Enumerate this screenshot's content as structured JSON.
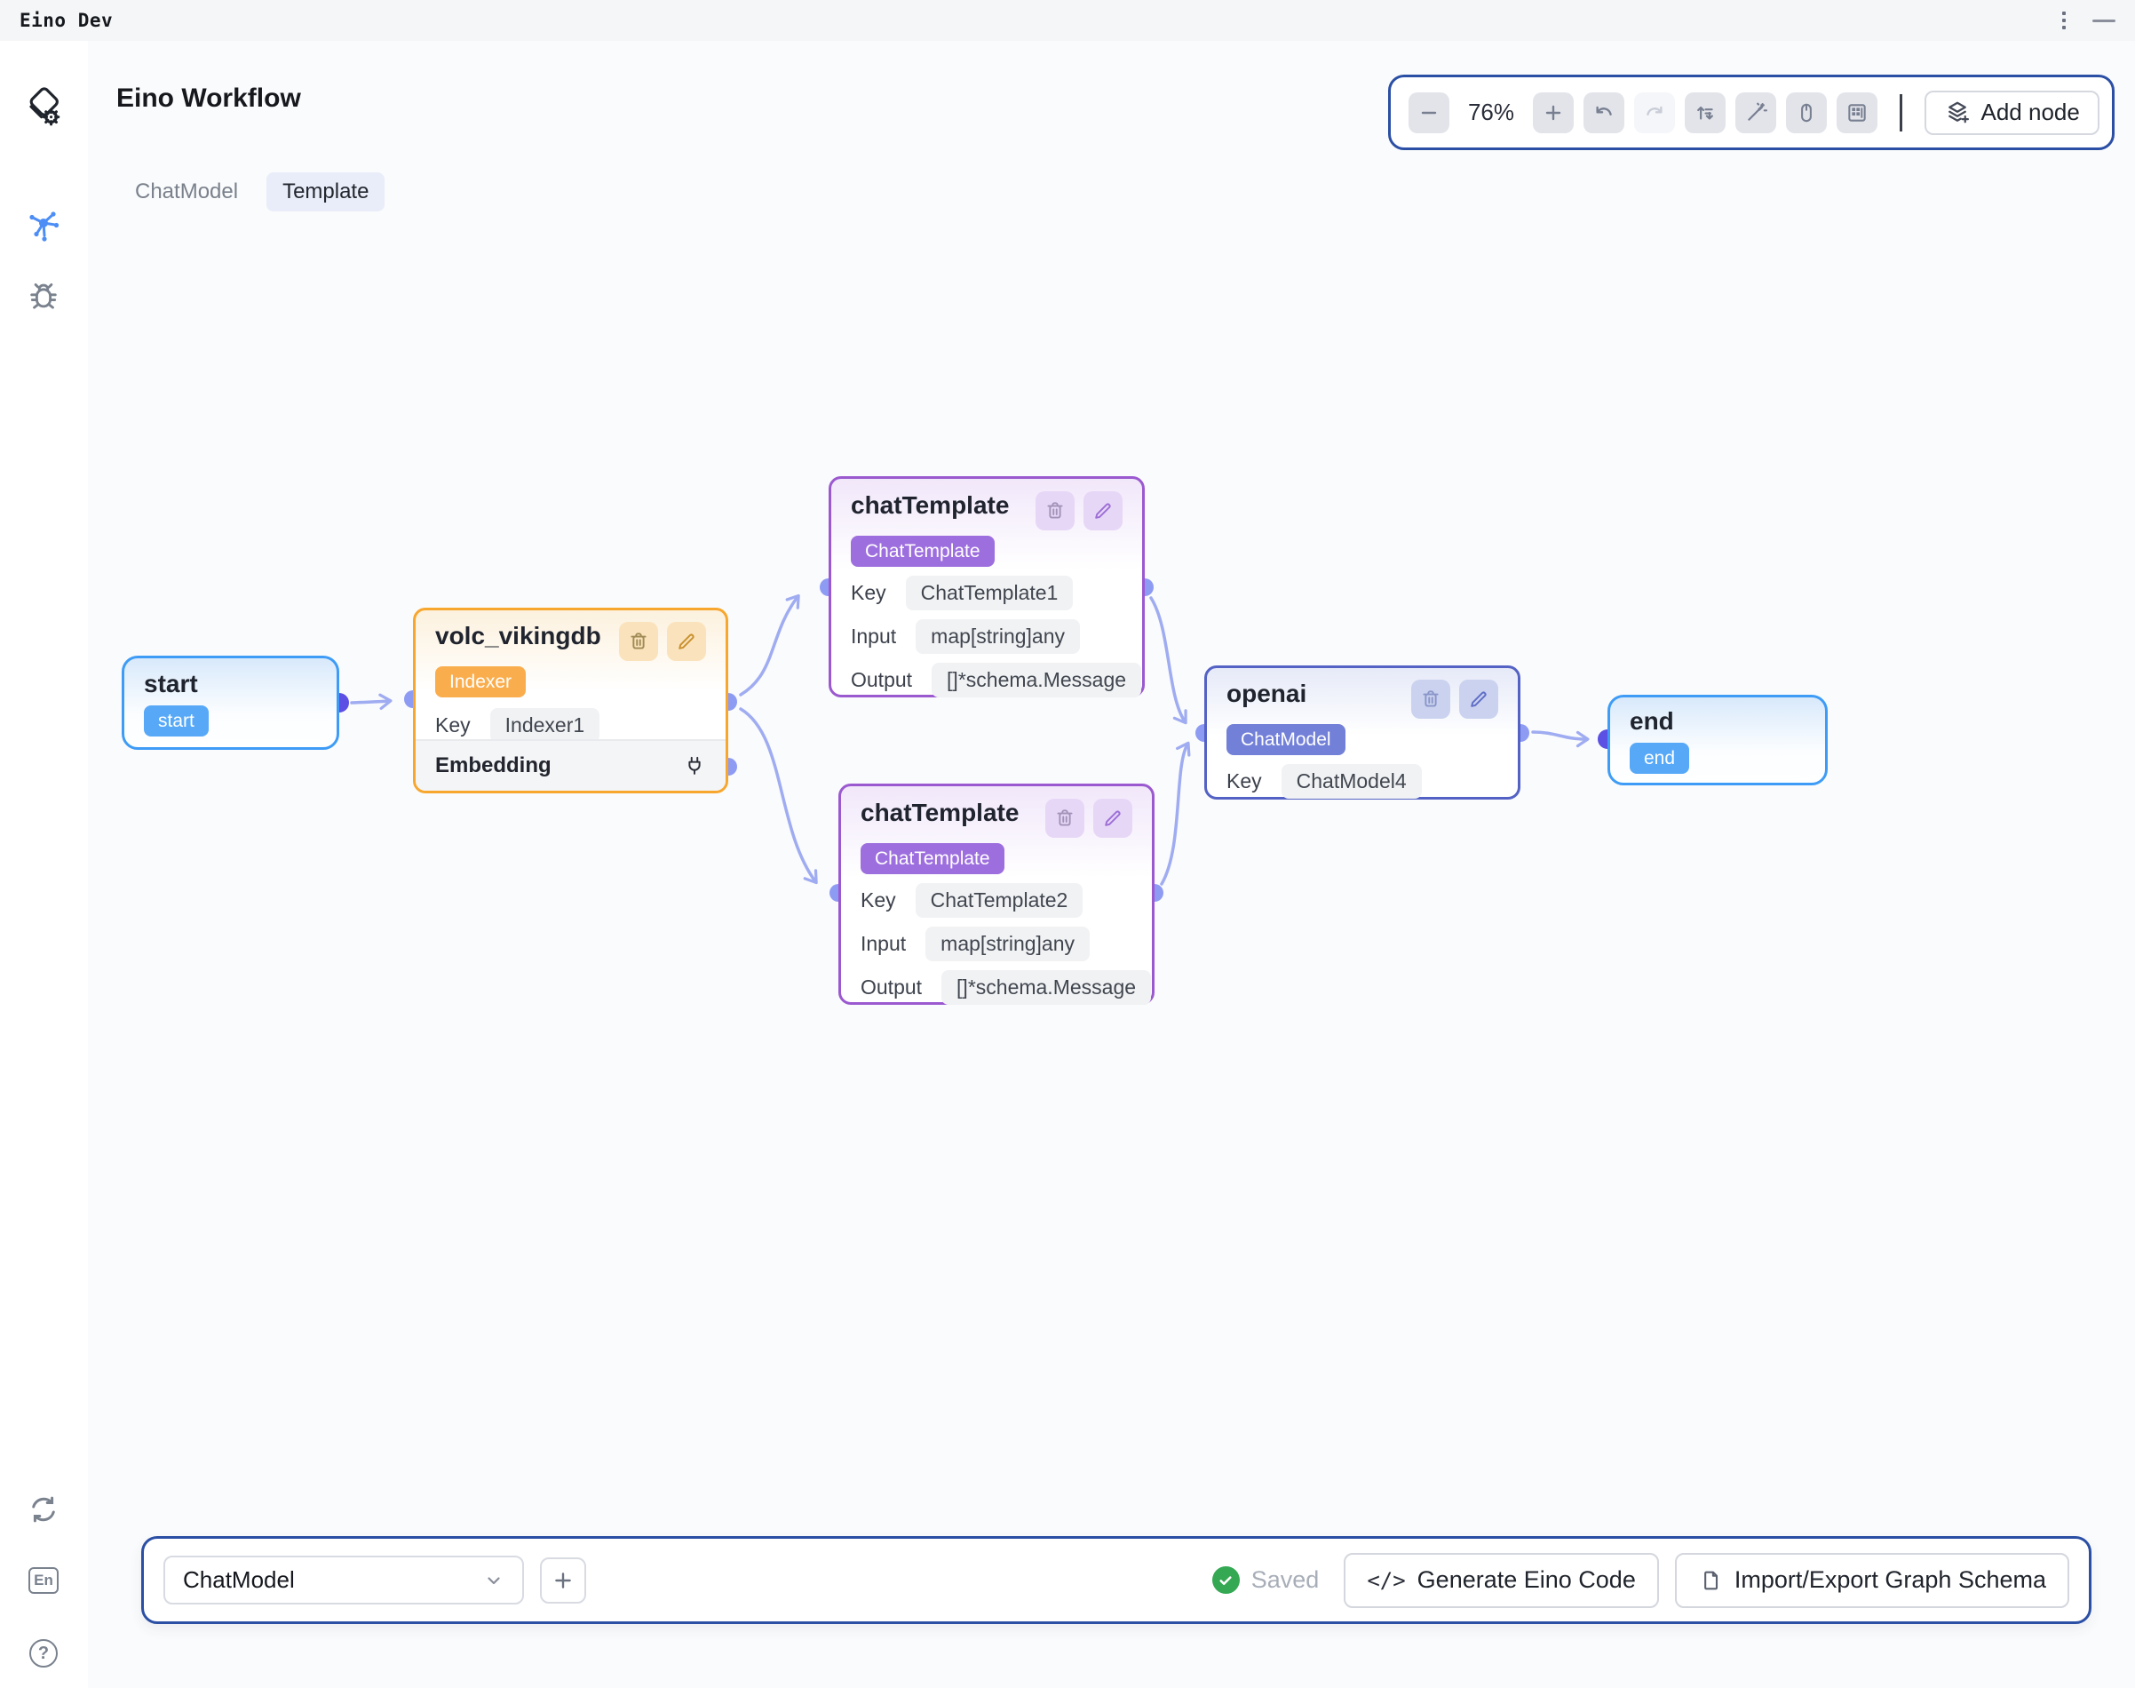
{
  "titlebar": {
    "title": "Eino Dev"
  },
  "sidebar": {
    "language_label": "En",
    "help_label": "?"
  },
  "header": {
    "title": "Eino Workflow"
  },
  "tabs": {
    "chatmodel": "ChatModel",
    "template": "Template"
  },
  "toolbar": {
    "zoom_level": "76%",
    "add_node_label": "Add node"
  },
  "nodes": {
    "start": {
      "title": "start",
      "badge": "start"
    },
    "volc": {
      "title": "volc_vikingdb",
      "badge": "Indexer",
      "key_label": "Key",
      "key_value": "Indexer1",
      "section_label": "Embedding"
    },
    "chat_template_1": {
      "title": "chatTemplate",
      "badge": "ChatTemplate",
      "key_label": "Key",
      "key_value": "ChatTemplate1",
      "input_label": "Input",
      "input_value": "map[string]any",
      "output_label": "Output",
      "output_value": "[]*schema.Message"
    },
    "chat_template_2": {
      "title": "chatTemplate",
      "badge": "ChatTemplate",
      "key_label": "Key",
      "key_value": "ChatTemplate2",
      "input_label": "Input",
      "input_value": "map[string]any",
      "output_label": "Output",
      "output_value": "[]*schema.Message"
    },
    "openai": {
      "title": "openai",
      "badge": "ChatModel",
      "key_label": "Key",
      "key_value": "ChatModel4"
    },
    "end": {
      "title": "end",
      "badge": "end"
    }
  },
  "bottombar": {
    "selected_node_type": "ChatModel",
    "status": "Saved",
    "generate_code_label": "Generate Eino Code",
    "import_export_label": "Import/Export Graph Schema",
    "code_glyph": "</>"
  },
  "colors": {
    "start_end_accent": "#3E9CF6",
    "indexer_accent": "#F7A62E",
    "chat_template_accent": "#9B59D0",
    "chat_model_accent": "#5362C4",
    "edge": "#9FACF1",
    "port_dark": "#5B50E3",
    "port_light": "#8E9BF3",
    "saved_green": "#34A853",
    "panel_border": "#2B4FA5"
  }
}
